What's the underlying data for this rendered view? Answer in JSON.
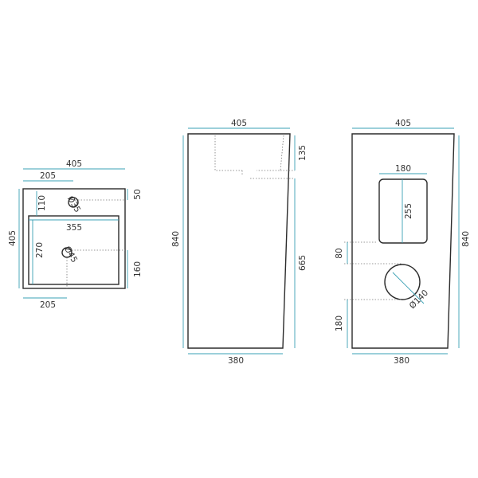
{
  "colors": {
    "outline": "#2b2b2b",
    "dimension": "#3aa0b4",
    "hidden": "#777777",
    "text": "#333333"
  },
  "top_view": {
    "width_total": "405",
    "offset_left": "205",
    "depth_total": "405",
    "tap_hole_offset": "50",
    "tap_hole_from_bowl": "110",
    "bowl_width": "355",
    "bowl_depth": "270",
    "drain_offset": "160",
    "drain_from_left": "205",
    "tap_hole_diameter": "Ø35",
    "drain_diameter": "Ø45"
  },
  "side_view": {
    "top_width": "405",
    "bowl_depth": "135",
    "height_total": "840",
    "lower_height": "665",
    "bottom_width": "380"
  },
  "back_view": {
    "top_width": "405",
    "opening_width": "180",
    "opening_height": "255",
    "height_total": "840",
    "gap": "80",
    "pipe_diameter": "Ø140",
    "pipe_height": "180",
    "bottom_width": "380"
  }
}
